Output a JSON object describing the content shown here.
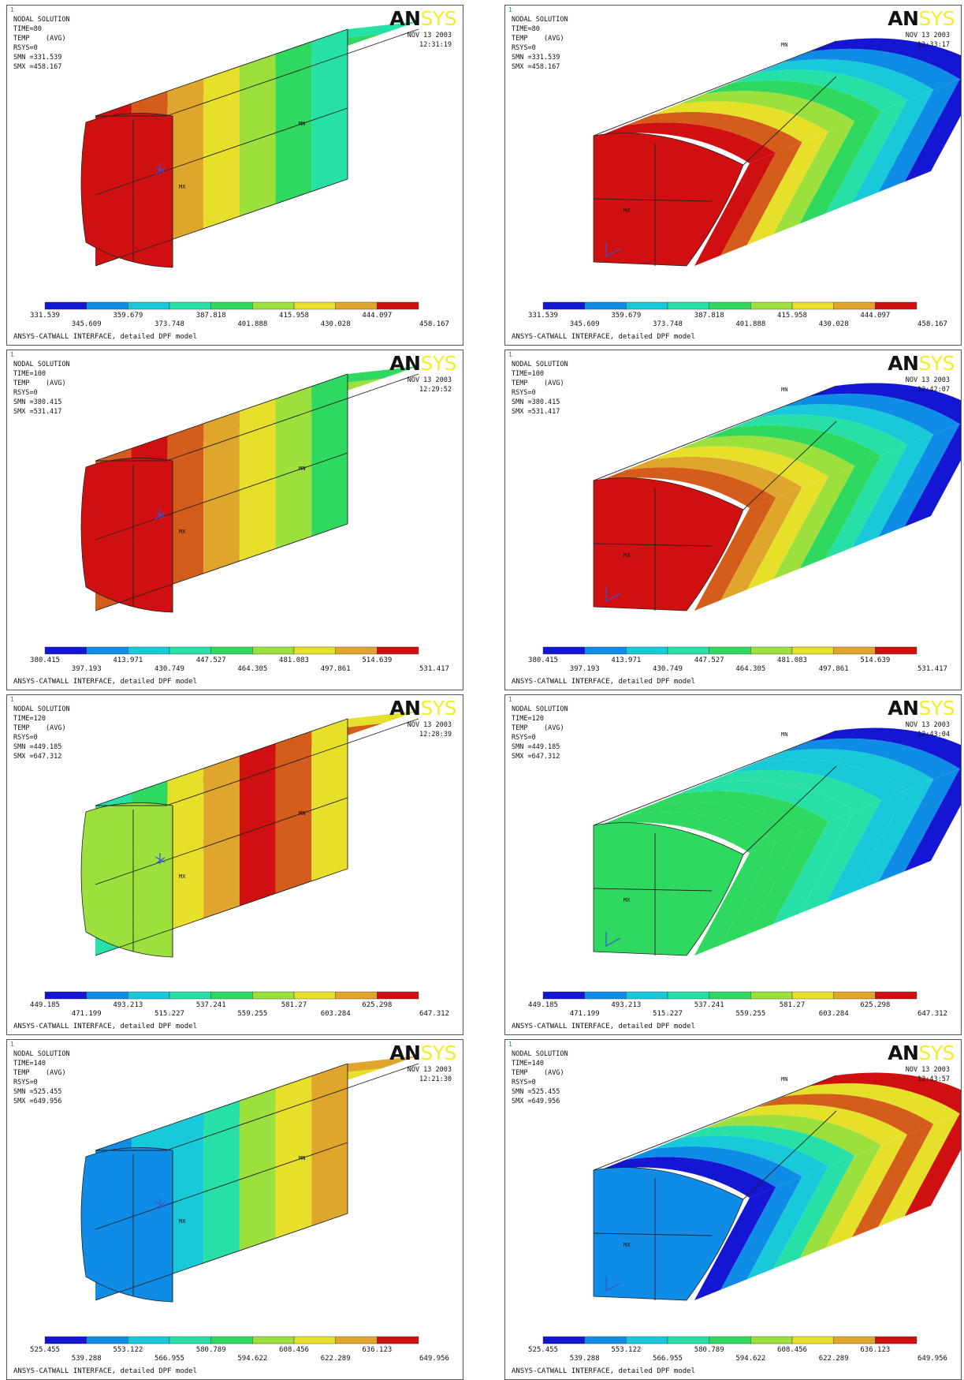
{
  "common": {
    "corner_mark": "1",
    "nodal_label": "NODAL SOLUTION",
    "temp_label": "TEMP",
    "avg_label": "(AVG)",
    "rsys_label": "RSYS=0",
    "logo_an": "AN",
    "logo_sys": "SYS",
    "date": "NOV 13 2003",
    "footer": "ANSYS-CATWALL INTERFACE, detailed DPF model",
    "mn_label": "MN",
    "mx_label": "MX"
  },
  "legend_colors": [
    "#1515d4",
    "#0f8ce6",
    "#18c9d9",
    "#27e0a8",
    "#2fd85e",
    "#9ce03e",
    "#e6e02b",
    "#e0a52c",
    "#d45d1c",
    "#d01010"
  ],
  "panels": [
    {
      "time_line": "TIME=80",
      "time": "12:31:19",
      "smn_line": "SMN =331.539",
      "smx_line": "SMX =458.167",
      "labels": [
        "331.539",
        "345.609",
        "359.679",
        "373.748",
        "387.818",
        "401.888",
        "415.958",
        "430.028",
        "444.097",
        "458.167"
      ]
    },
    {
      "time_line": "TIME=80",
      "time": "12:33:17",
      "smn_line": "SMN =331.539",
      "smx_line": "SMX =458.167",
      "labels": [
        "331.539",
        "345.609",
        "359.679",
        "373.748",
        "387.818",
        "401.888",
        "415.958",
        "430.028",
        "444.097",
        "458.167"
      ]
    },
    {
      "time_line": "TIME=100",
      "time": "12:29:52",
      "smn_line": "SMN =380.415",
      "smx_line": "SMX =531.417",
      "labels": [
        "380.415",
        "397.193",
        "413.971",
        "430.749",
        "447.527",
        "464.305",
        "481.083",
        "497.861",
        "514.639",
        "531.417"
      ]
    },
    {
      "time_line": "TIME=100",
      "time": "12:42:07",
      "smn_line": "SMN =380.415",
      "smx_line": "SMX =531.417",
      "labels": [
        "380.415",
        "397.193",
        "413.971",
        "430.749",
        "447.527",
        "464.305",
        "481.083",
        "497.861",
        "514.639",
        "531.417"
      ]
    },
    {
      "time_line": "TIME=120",
      "time": "12:28:39",
      "smn_line": "SMN =449.185",
      "smx_line": "SMX =647.312",
      "labels": [
        "449.185",
        "471.199",
        "493.213",
        "515.227",
        "537.241",
        "559.255",
        "581.27",
        "603.284",
        "625.298",
        "647.312"
      ]
    },
    {
      "time_line": "TIME=120",
      "time": "12:43:04",
      "smn_line": "SMN =449.185",
      "smx_line": "SMX =647.312",
      "labels": [
        "449.185",
        "471.199",
        "493.213",
        "515.227",
        "537.241",
        "559.255",
        "581.27",
        "603.284",
        "625.298",
        "647.312"
      ]
    },
    {
      "time_line": "TIME=140",
      "time": "12:21:30",
      "smn_line": "SMN =525.455",
      "smx_line": "SMX =649.956",
      "labels": [
        "525.455",
        "539.288",
        "553.122",
        "566.955",
        "580.789",
        "594.622",
        "608.456",
        "622.289",
        "636.123",
        "649.956"
      ]
    },
    {
      "time_line": "TIME=140",
      "time": "12:43:57",
      "smn_line": "SMN =525.455",
      "smx_line": "SMX =649.956",
      "labels": [
        "525.455",
        "539.288",
        "553.122",
        "566.955",
        "580.789",
        "594.622",
        "608.456",
        "622.289",
        "636.123",
        "649.956"
      ]
    }
  ]
}
